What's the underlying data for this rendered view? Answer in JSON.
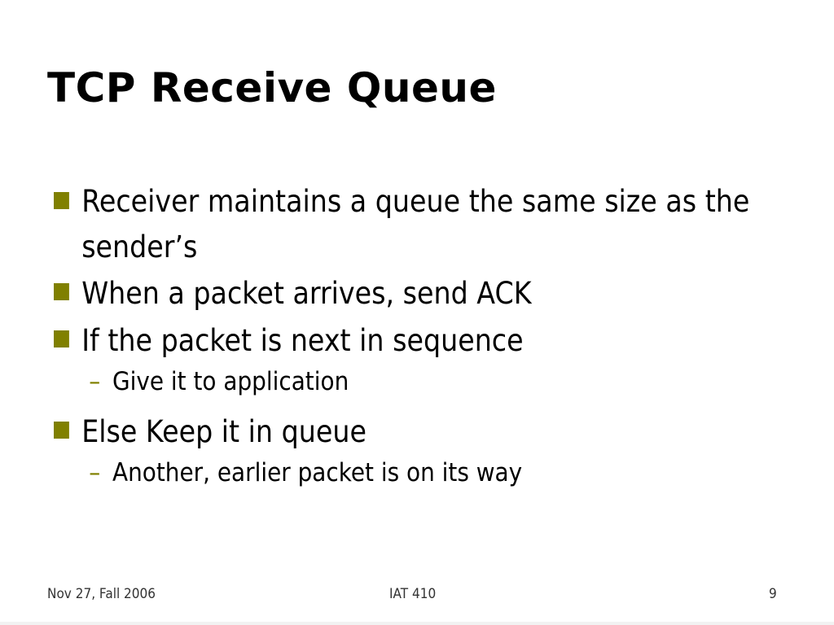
{
  "slide": {
    "title": "TCP Receive Queue",
    "bullets": [
      {
        "text": "Receiver maintains a queue the same size as the sender’s",
        "level": 1
      },
      {
        "text": "When a packet arrives, send ACK",
        "level": 1
      },
      {
        "text": "If the packet is next in sequence",
        "level": 1
      },
      {
        "text": "Give it to application",
        "level": 2
      },
      {
        "text": "Else  Keep it in queue",
        "level": 1
      },
      {
        "text": "Another, earlier packet is on its way",
        "level": 2
      }
    ],
    "bullet_marker_color": "#808000",
    "sub_marker": "–"
  },
  "footer": {
    "date": "Nov 27, Fall 2006",
    "course": "IAT 410",
    "page_number": "9"
  }
}
